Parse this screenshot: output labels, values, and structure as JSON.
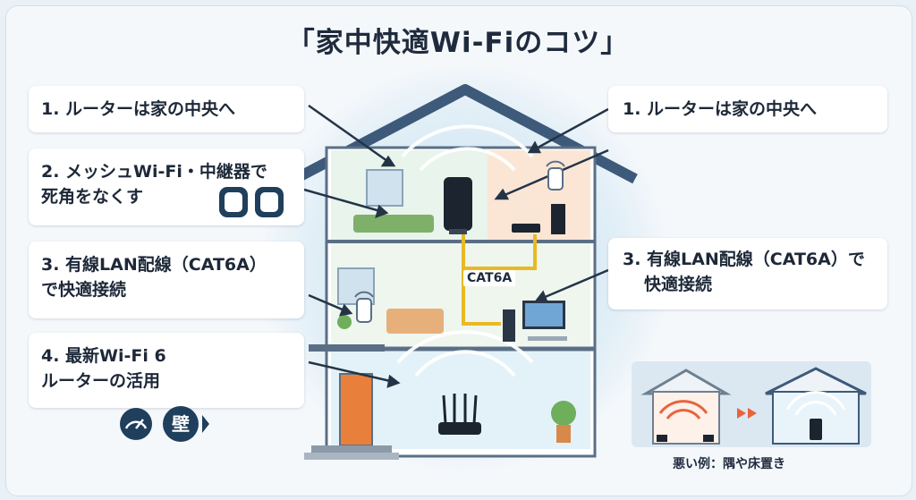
{
  "title": "「家中快適Wi-Fiのコツ」",
  "tips_left": [
    {
      "lines": [
        "1. ルーターは家の中央へ"
      ]
    },
    {
      "lines": [
        "2. メッシュWi-Fi・中継器で",
        "死角をなくす"
      ]
    },
    {
      "lines": [
        "3. 有線LAN配線（CAT6A）",
        "で快適接続"
      ]
    },
    {
      "lines": [
        "4. 最新Wi-Fi 6",
        "ルーターの活用"
      ]
    }
  ],
  "tips_right": [
    {
      "lines": [
        "1. ルーターは家の中央へ"
      ]
    },
    {
      "lines": [
        "3. 有線LAN配線（CAT6A）で",
        "快適接続"
      ]
    }
  ],
  "cable_label": "CAT6A",
  "wall_icon_label": "壁",
  "bad_example_caption": "悪い例：隅や床置き",
  "colors": {
    "accent": "#1f3f5c",
    "cable": "#e8b923",
    "signal": "#e8643c",
    "roof": "#3d5a7a"
  },
  "icons": [
    "router-icon",
    "mesh-node-icon",
    "wifi-extender-icon",
    "speed-gauge-icon",
    "wall-icon",
    "desktop-computer-icon",
    "arrow-icon"
  ]
}
